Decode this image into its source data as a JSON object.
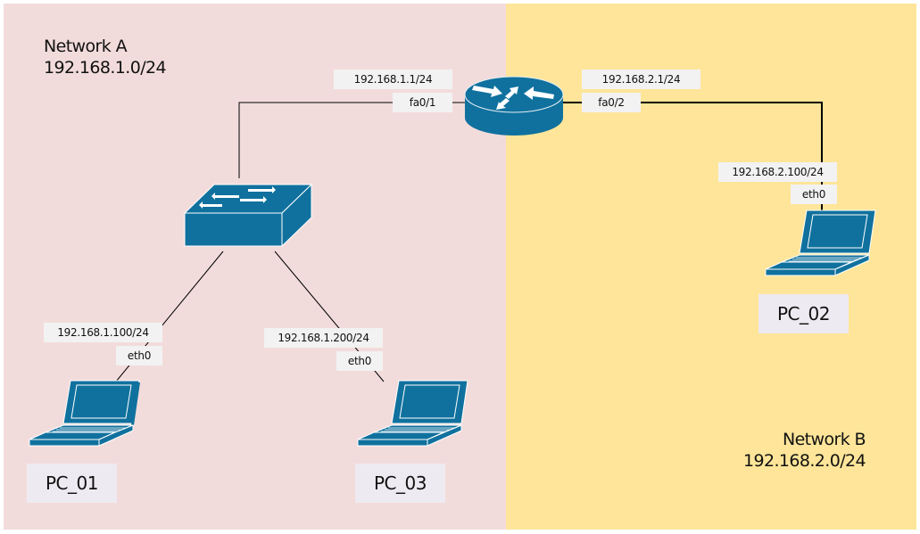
{
  "networks": {
    "a": {
      "name": "Network A",
      "subnet": "192.168.1.0/24",
      "color": "#f2dcdb"
    },
    "b": {
      "name": "Network B",
      "subnet": "192.168.2.0/24",
      "color": "#fee599"
    }
  },
  "device_color": "#10719e",
  "router": {
    "icon": "router-icon",
    "interfaces": [
      {
        "name": "fa0/1",
        "ip": "192.168.1.1/24"
      },
      {
        "name": "fa0/2",
        "ip": "192.168.2.1/24"
      }
    ]
  },
  "switch": {
    "icon": "switch-icon"
  },
  "pcs": [
    {
      "name": "PC_01",
      "interface": "eth0",
      "ip": "192.168.1.100/24",
      "icon": "laptop-icon"
    },
    {
      "name": "PC_02",
      "interface": "eth0",
      "ip": "192.168.2.100/24",
      "icon": "laptop-icon"
    },
    {
      "name": "PC_03",
      "interface": "eth0",
      "ip": "192.168.1.200/24",
      "icon": "laptop-icon"
    }
  ]
}
